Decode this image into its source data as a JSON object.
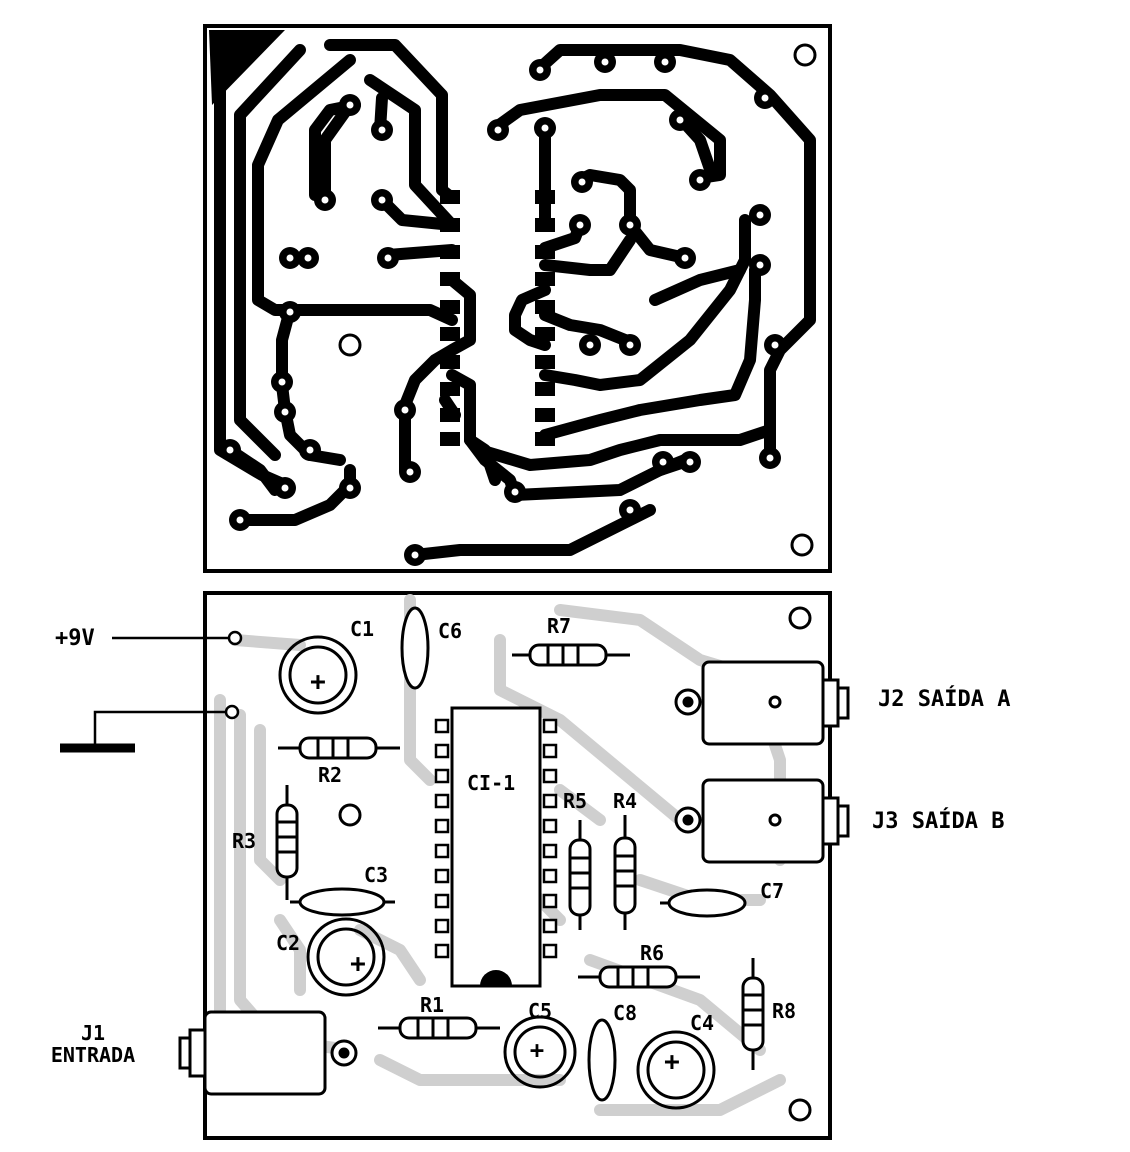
{
  "labels": {
    "c1": "C1",
    "c6": "C6",
    "r7": "R7",
    "r2": "R2",
    "ci1": "CI-1",
    "r5": "R5",
    "r4": "R4",
    "r3": "R3",
    "c3": "C3",
    "c7": "C7",
    "c2": "C2",
    "r6": "R6",
    "r1": "R1",
    "c5": "C5",
    "c8": "C8",
    "c4": "C4",
    "r8": "R8",
    "plus_9v": "+9V",
    "j2": "J2 SAÍDA A",
    "j3": "J3 SAÍDA B",
    "j1_line1": "J1",
    "j1_line2": "ENTRADA",
    "plus": "+"
  }
}
